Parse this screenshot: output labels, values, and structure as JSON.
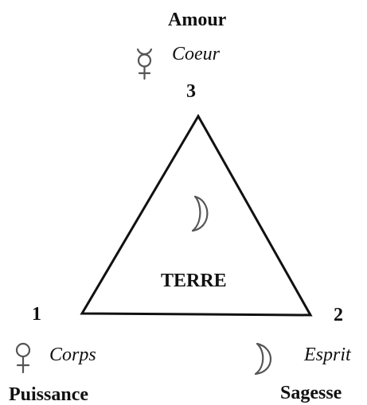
{
  "top": {
    "title": "Amour",
    "sub_label": "Coeur",
    "number": "3",
    "symbol": "mercury-icon"
  },
  "bottom_left": {
    "number": "1",
    "sub_label": "Corps",
    "title": "Puissance",
    "symbol": "venus-icon"
  },
  "bottom_right": {
    "number": "2",
    "sub_label": "Esprit",
    "title": "Sagesse",
    "symbol": "moon-icon"
  },
  "center": {
    "label": "TERRE",
    "symbol": "moon-icon"
  },
  "colors": {
    "ink": "#111111",
    "symbol_gray": "#555555"
  }
}
